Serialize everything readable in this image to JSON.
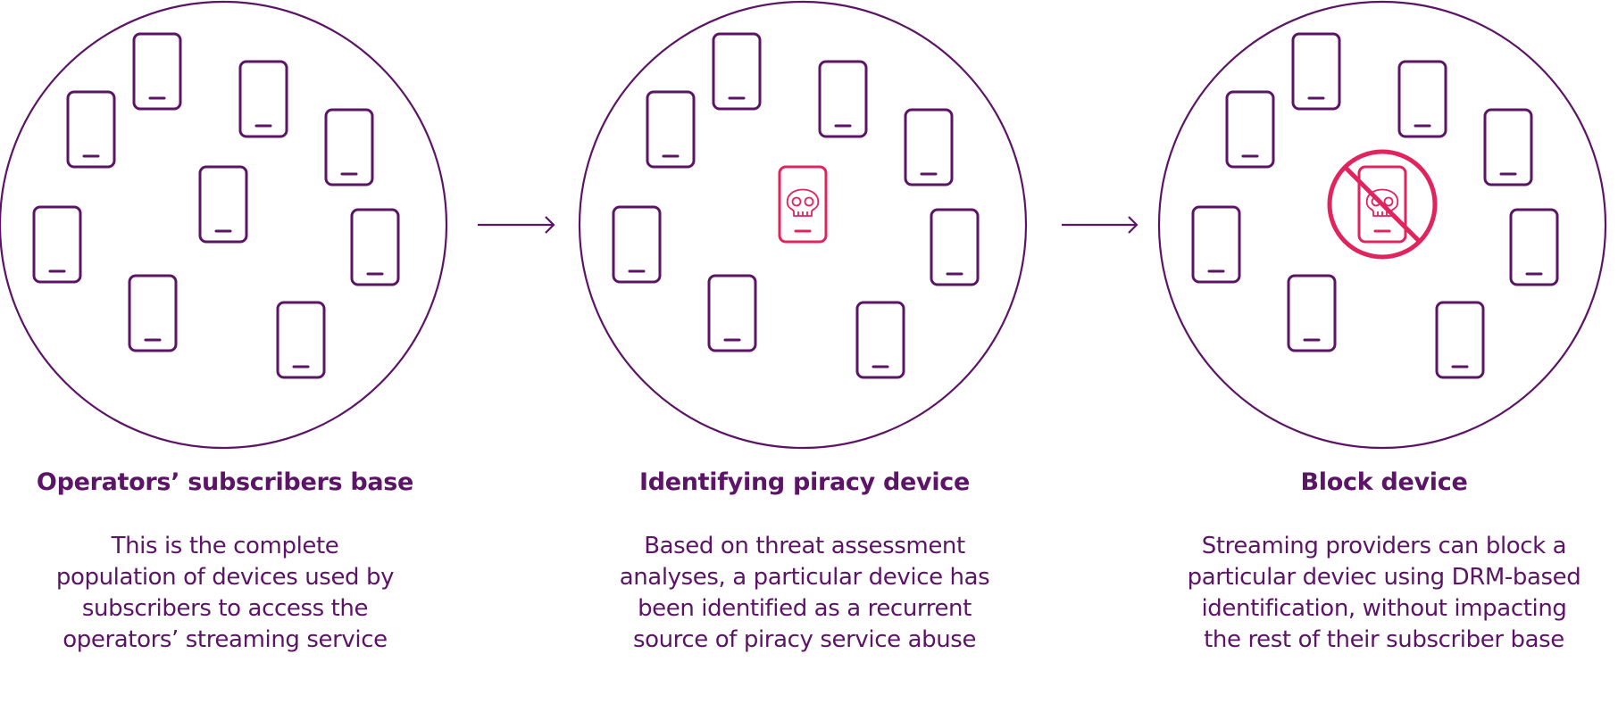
{
  "colors": {
    "primary": "#5c1466",
    "alert": "#e0245e",
    "background": "#ffffff"
  },
  "panels": [
    {
      "title": "Operators’ subscribers base",
      "description": [
        "This is the complete",
        "population of devices used by",
        "subscribers to access the",
        "operators’ streaming service"
      ],
      "highlight": "none"
    },
    {
      "title": "Identifying piracy device",
      "description": [
        "Based on threat assessment",
        "analyses, a particular device has",
        "been identified as a recurrent",
        "source of piracy service abuse"
      ],
      "highlight": "skull-icon"
    },
    {
      "title": "Block device",
      "description": [
        "Streaming providers can block a",
        "particular deviec using DRM-based",
        "identification, without impacting",
        "the rest of their subscriber base"
      ],
      "highlight": "prohibited-icon"
    }
  ],
  "icons": {
    "device": "phone-icon",
    "flow": "arrow-right-icon",
    "piracy": "skull-icon",
    "block": "prohibited-icon"
  }
}
